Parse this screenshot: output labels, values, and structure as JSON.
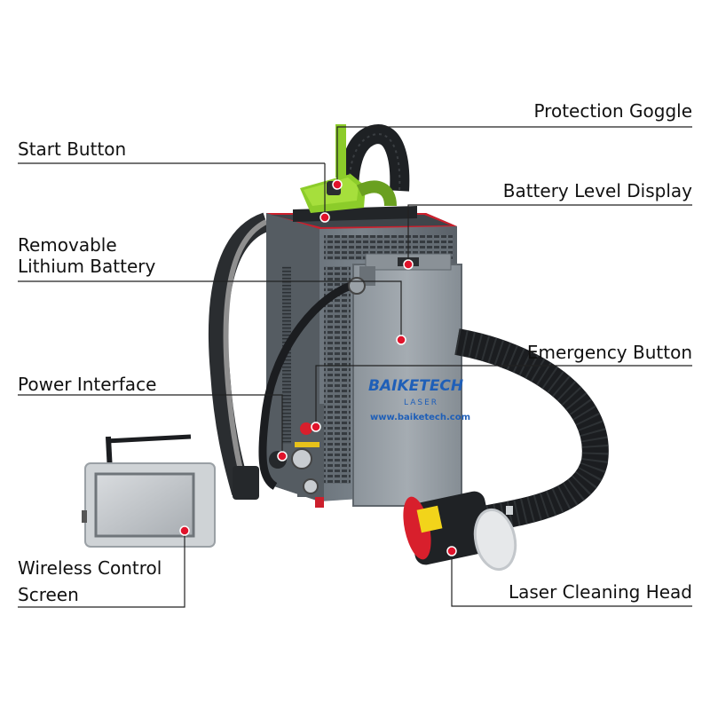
{
  "callouts": {
    "protection_goggle": "Protection Goggle",
    "start_button": "Start Button",
    "battery_level_display": "Battery Level Display",
    "removable_battery": [
      "Removable",
      "Lithium Battery"
    ],
    "emergency_button": "Emergency Button",
    "power_interface": "Power Interface",
    "wireless_control_screen": [
      "Wireless Control",
      "Screen"
    ],
    "laser_cleaning_head": "Laser Cleaning Head"
  },
  "product": {
    "brand": "BAIKETECH",
    "sub": "LASER",
    "website": "www.baiketech.com"
  },
  "colors": {
    "marker": "#e0132b",
    "leader": "#222222",
    "body": "#6d757d",
    "accent_green": "#8ccc2a",
    "brand_blue": "#1f5fb8"
  }
}
